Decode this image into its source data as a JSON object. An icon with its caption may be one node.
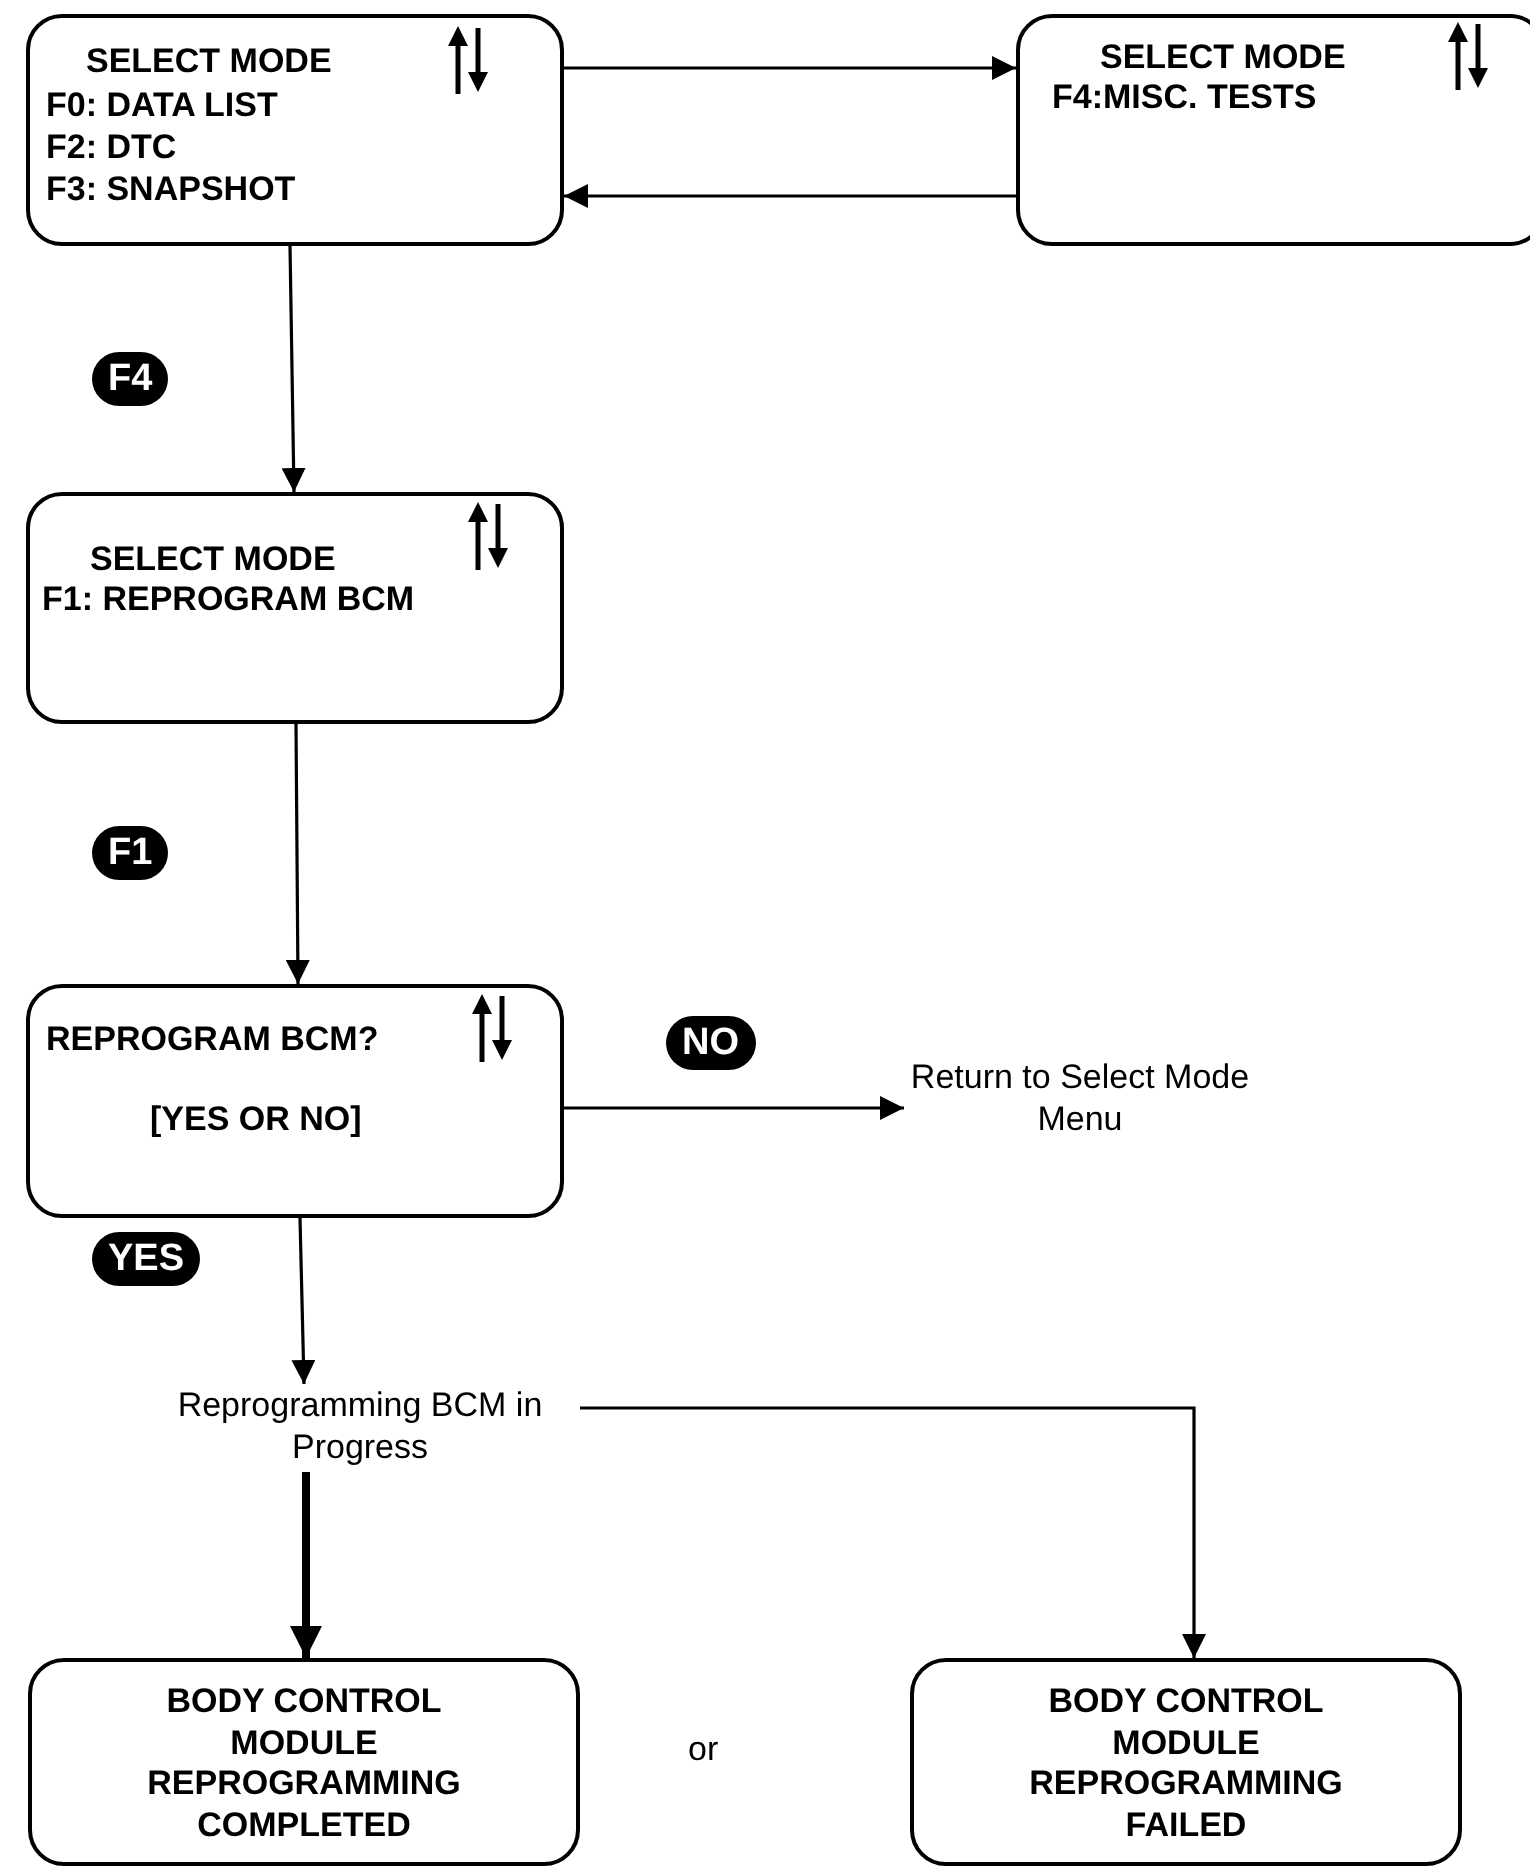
{
  "diagram": {
    "nodes": [
      {
        "text": [
          "SELECT MODE",
          "F0: DATA LIST",
          "F2: DTC",
          "F3: SNAPSHOT"
        ]
      },
      {
        "text": [
          "SELECT MODE",
          "F4:MISC. TESTS"
        ]
      },
      {
        "text": [
          "SELECT MODE",
          "F1: REPROGRAM BCM"
        ]
      },
      {
        "text": [
          "REPROGRAM BCM?",
          "[YES OR NO]"
        ]
      },
      {
        "text": [
          "Return to Select Mode Menu"
        ]
      },
      {
        "text": [
          "Reprogramming BCM in Progress"
        ]
      },
      {
        "text": [
          "BODY CONTROL MODULE REPROGRAMMING COMPLETED"
        ]
      },
      {
        "text": [
          "BODY CONTROL MODULE REPROGRAMMING FAILED"
        ]
      }
    ],
    "edges": [
      {
        "from": 0,
        "to": 1,
        "arrow": "to"
      },
      {
        "from": 1,
        "to": 0,
        "arrow": "to"
      },
      {
        "from": 0,
        "to": 2,
        "arrow": "to",
        "label": "F4"
      },
      {
        "from": 2,
        "to": 3,
        "arrow": "to",
        "label": "F1"
      },
      {
        "from": 3,
        "to": 4,
        "arrow": "to",
        "label": "NO"
      },
      {
        "from": 3,
        "to": 5,
        "arrow": "to",
        "label": "YES"
      },
      {
        "from": 5,
        "to": 6,
        "arrow": "to",
        "style": "thick"
      },
      {
        "from": 5,
        "to": 7,
        "arrow": "to"
      }
    ],
    "labels": [
      "or"
    ]
  }
}
